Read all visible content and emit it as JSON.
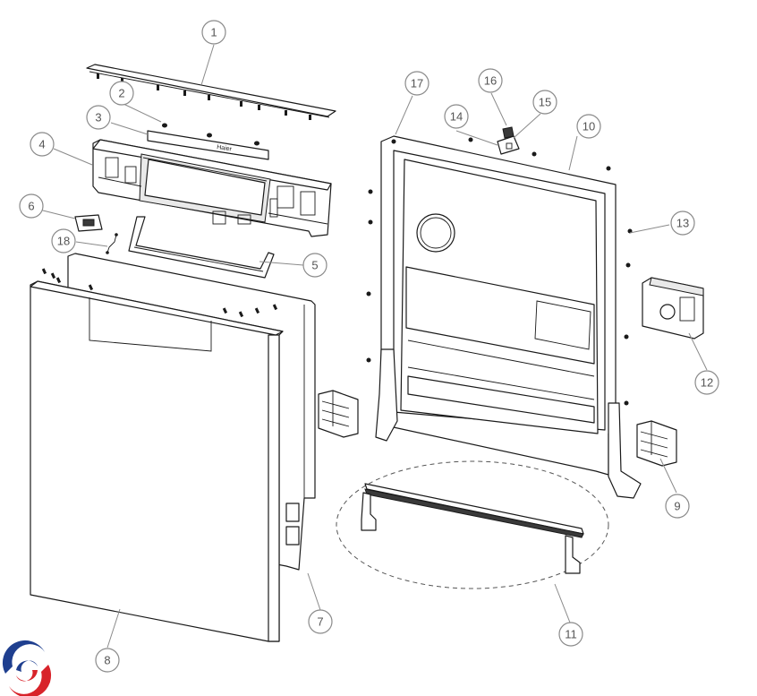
{
  "callouts": [
    {
      "id": "callout-1",
      "label": "1"
    },
    {
      "id": "callout-2",
      "label": "2"
    },
    {
      "id": "callout-3",
      "label": "3"
    },
    {
      "id": "callout-4",
      "label": "4"
    },
    {
      "id": "callout-5",
      "label": "5"
    },
    {
      "id": "callout-6",
      "label": "6"
    },
    {
      "id": "callout-7",
      "label": "7"
    },
    {
      "id": "callout-8",
      "label": "8"
    },
    {
      "id": "callout-9",
      "label": "9"
    },
    {
      "id": "callout-10",
      "label": "10"
    },
    {
      "id": "callout-11",
      "label": "11"
    },
    {
      "id": "callout-12",
      "label": "12"
    },
    {
      "id": "callout-13",
      "label": "13"
    },
    {
      "id": "callout-14",
      "label": "14"
    },
    {
      "id": "callout-15",
      "label": "15"
    },
    {
      "id": "callout-16",
      "label": "16"
    },
    {
      "id": "callout-17",
      "label": "17"
    },
    {
      "id": "callout-18",
      "label": "18"
    }
  ],
  "control_panel": {
    "brand_text": "Haier"
  },
  "colors": {
    "line": "#1a1a1a",
    "callout": "#8a8a8a",
    "logo_red": "#d8232a",
    "logo_blue": "#1f3f8f"
  },
  "logo": {
    "icon": "brand-swirl-logo-icon"
  }
}
